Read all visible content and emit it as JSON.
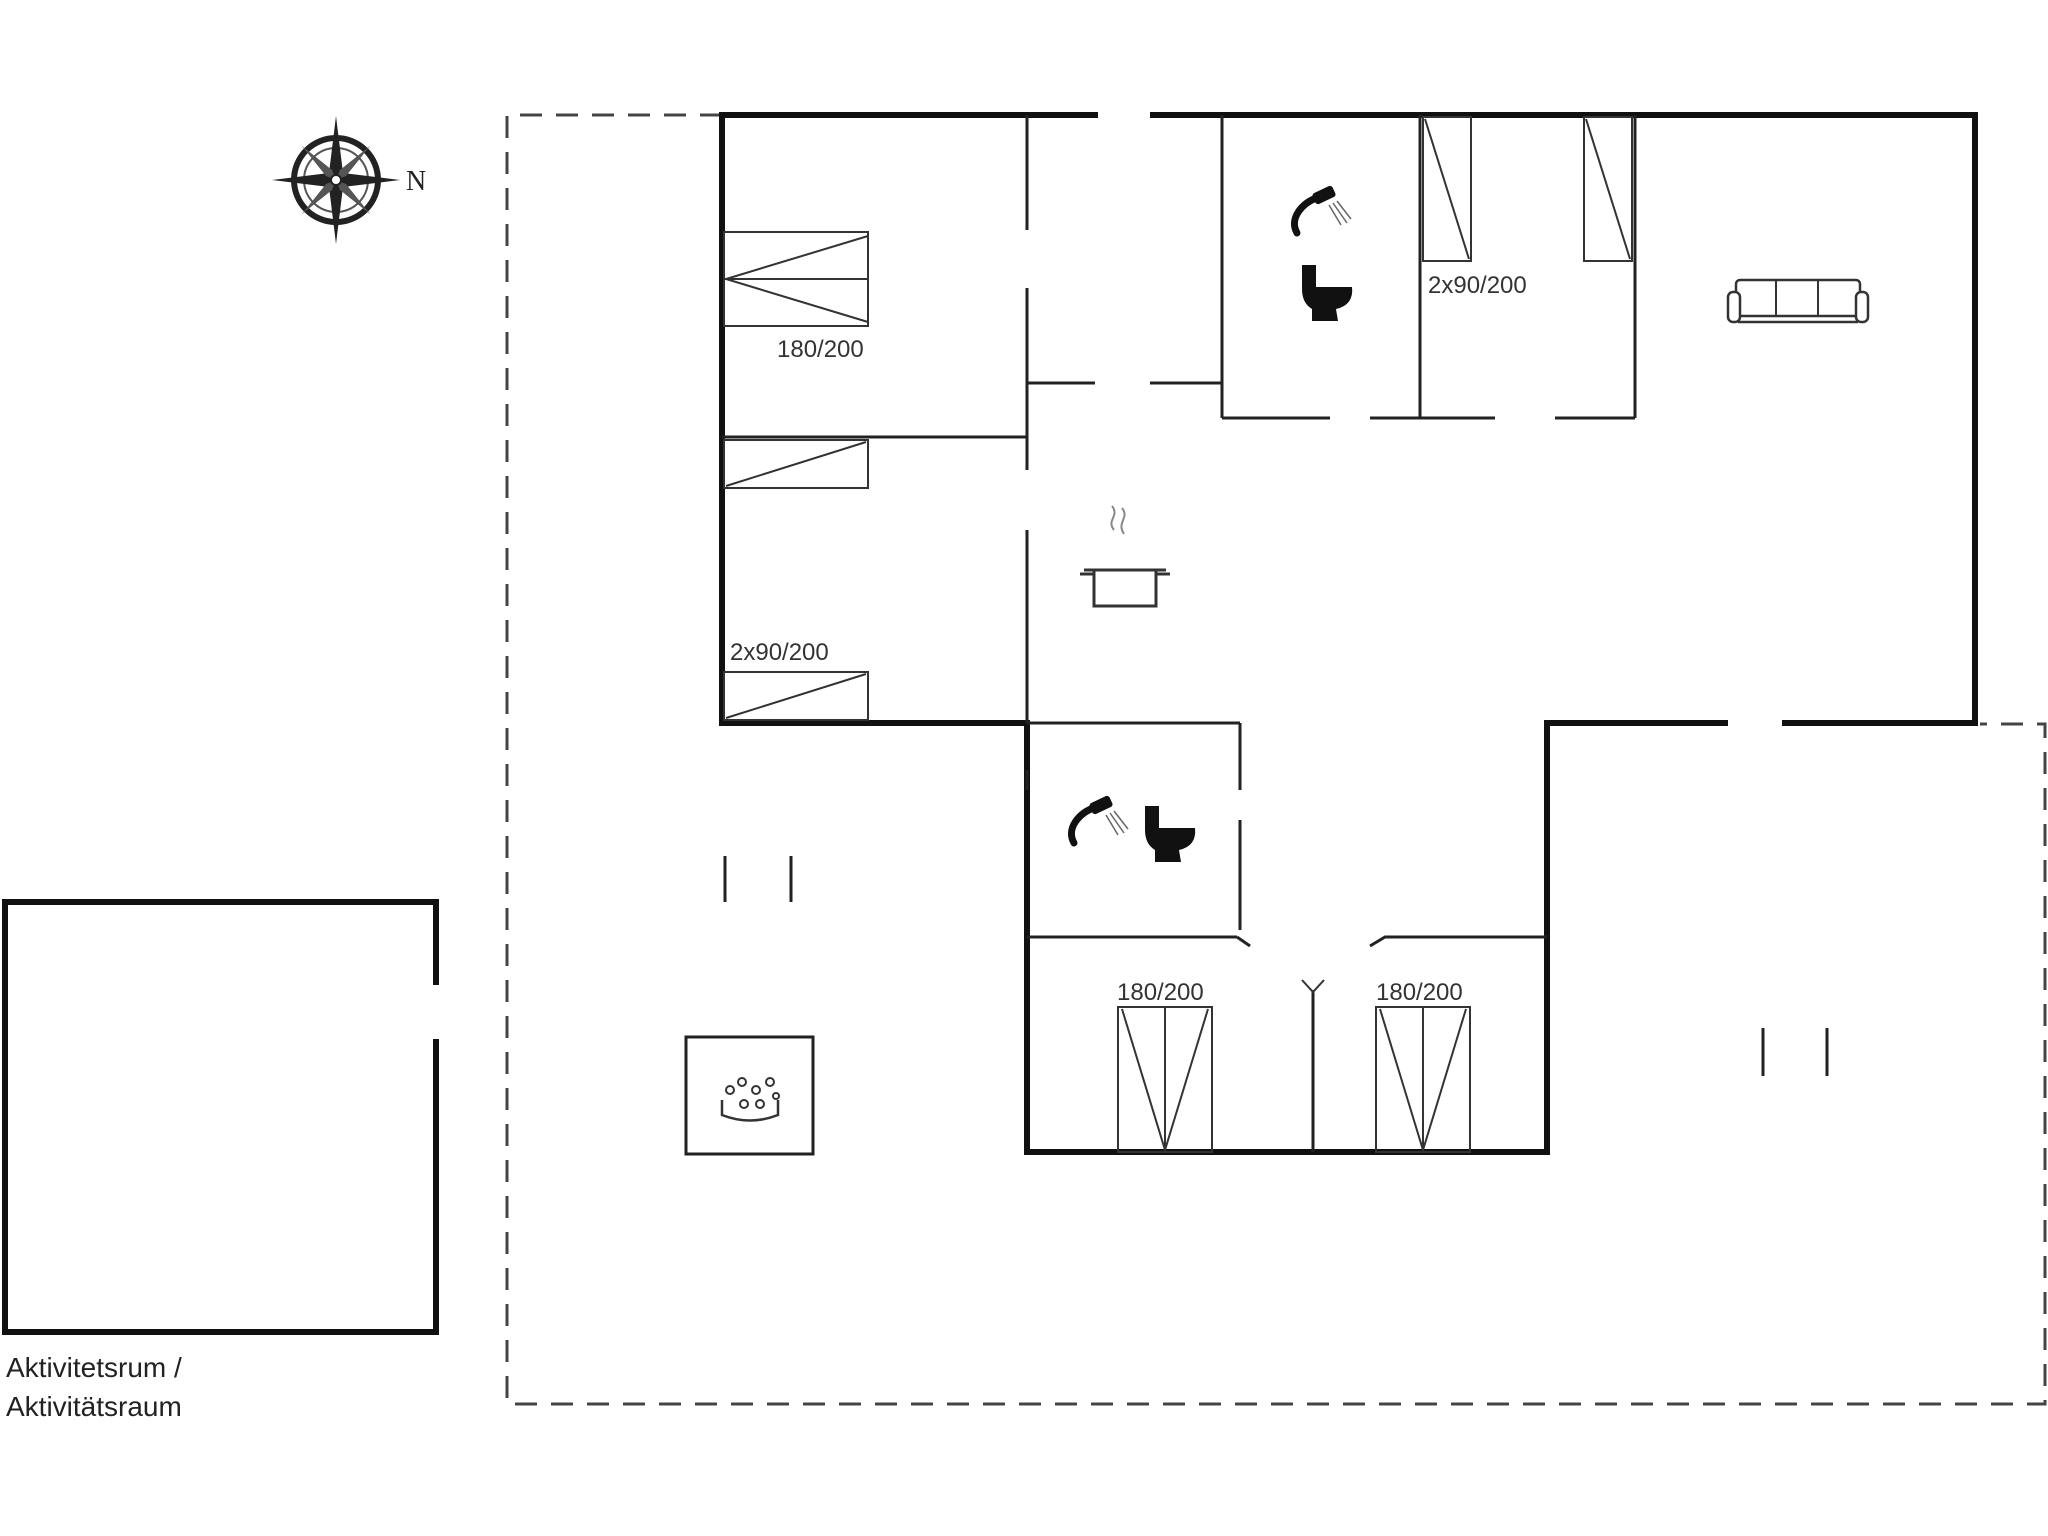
{
  "compass": {
    "north_label": "N"
  },
  "bed_labels": {
    "bedroom_top_left": "180/200",
    "bedroom_mid_left": "2x90/200",
    "bedroom_top_right": "2x90/200",
    "bedroom_bottom_1": "180/200",
    "bedroom_bottom_2": "180/200"
  },
  "annex": {
    "label_line1": "Aktivitetsrum /",
    "label_line2": "Aktivitätsraum"
  },
  "icons": [
    "compass-rose-icon",
    "shower-icon",
    "toilet-icon",
    "cooking-pot-icon",
    "sofa-icon",
    "whirlpool-icon",
    "bed-icon"
  ]
}
